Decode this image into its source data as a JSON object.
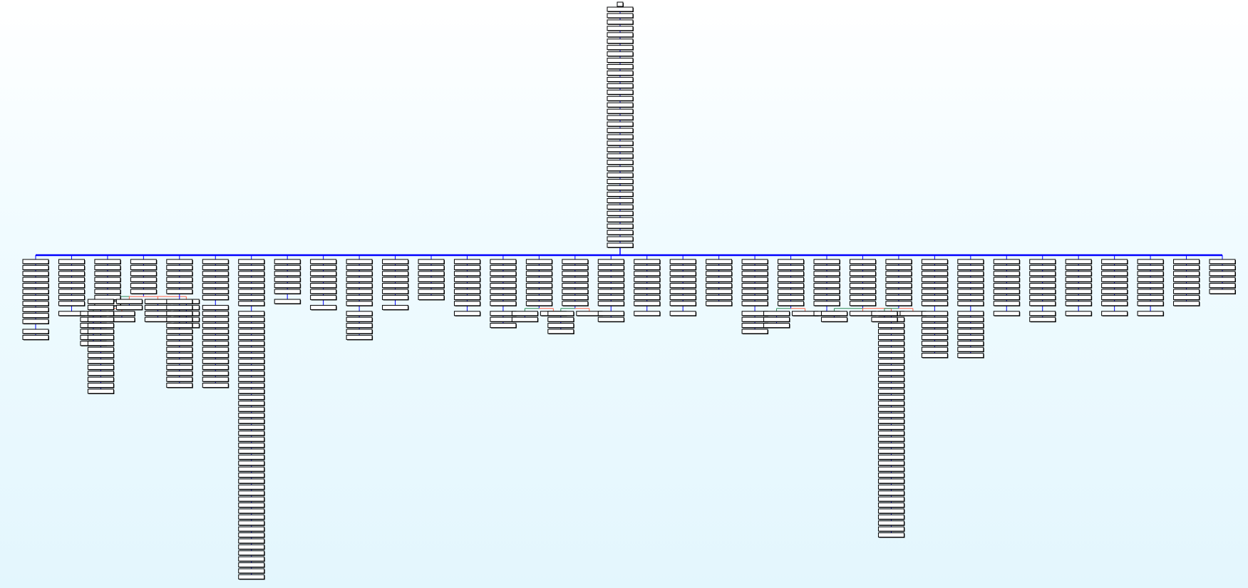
{
  "view": {
    "title": "",
    "background": "#e3f6fd",
    "edge_colors": {
      "sequential": "#0000ff",
      "branch_true": "#2e8b57",
      "branch_false": "#ff6347"
    },
    "node_fill": "#ffffff",
    "node_stroke": "#000000"
  },
  "graph": {
    "type": "control-flow-graph",
    "node_labels_visible": false,
    "root": {
      "blocks": 38
    },
    "columns": [
      {
        "blocks": 11,
        "subtree": [
          {
            "blocks": 2
          }
        ]
      },
      {
        "blocks": 8,
        "subtree": [
          {
            "blocks": 1
          }
        ]
      },
      {
        "blocks": 8,
        "subtree": [
          {
            "blocks": 6
          },
          {
            "blocks": 2
          }
        ]
      },
      {
        "blocks": 6,
        "subtree": [
          {
            "blocks": 16
          },
          {
            "blocks": 2
          },
          {
            "blocks": 4
          },
          {
            "blocks": 5
          }
        ]
      },
      {
        "blocks": 6,
        "subtree": [
          {
            "blocks": 15
          }
        ]
      },
      {
        "blocks": 7,
        "subtree": [
          {
            "blocks": 14
          }
        ]
      },
      {
        "blocks": 8,
        "subtree": [
          {
            "blocks": 45
          }
        ]
      },
      {
        "blocks": 6,
        "subtree": [
          {
            "blocks": 1
          }
        ]
      },
      {
        "blocks": 7,
        "subtree": [
          {
            "blocks": 1
          }
        ]
      },
      {
        "blocks": 8,
        "subtree": [
          {
            "blocks": 5
          }
        ]
      },
      {
        "blocks": 7,
        "subtree": [
          {
            "blocks": 1
          }
        ]
      },
      {
        "blocks": 7,
        "subtree": []
      },
      {
        "blocks": 8,
        "subtree": [
          {
            "blocks": 1
          }
        ]
      },
      {
        "blocks": 8,
        "subtree": [
          {
            "blocks": 3
          }
        ]
      },
      {
        "blocks": 8,
        "subtree": [
          {
            "blocks": 2
          },
          {
            "blocks": 1
          }
        ]
      },
      {
        "blocks": 8,
        "subtree": [
          {
            "blocks": 4
          },
          {
            "blocks": 1
          }
        ]
      },
      {
        "blocks": 8,
        "subtree": [
          {
            "blocks": 2
          }
        ]
      },
      {
        "blocks": 8,
        "subtree": [
          {
            "blocks": 1
          }
        ]
      },
      {
        "blocks": 8,
        "subtree": [
          {
            "blocks": 1
          }
        ]
      },
      {
        "blocks": 8,
        "subtree": []
      },
      {
        "blocks": 8,
        "subtree": [
          {
            "blocks": 4
          }
        ]
      },
      {
        "blocks": 8,
        "subtree": [
          {
            "blocks": 3
          },
          {
            "blocks": 1
          }
        ]
      },
      {
        "blocks": 8,
        "subtree": [
          {
            "blocks": 1
          }
        ]
      },
      {
        "blocks": 8,
        "subtree": [
          {
            "blocks": 2
          },
          {
            "blocks": 1
          },
          {
            "blocks": 38
          }
        ]
      },
      {
        "blocks": 8,
        "subtree": [
          {
            "blocks": 2
          },
          {
            "blocks": 1
          }
        ]
      },
      {
        "blocks": 8,
        "subtree": [
          {
            "blocks": 8
          }
        ]
      },
      {
        "blocks": 8,
        "subtree": [
          {
            "blocks": 8
          }
        ]
      },
      {
        "blocks": 8,
        "subtree": [
          {
            "blocks": 1
          }
        ]
      },
      {
        "blocks": 8,
        "subtree": [
          {
            "blocks": 2
          }
        ]
      },
      {
        "blocks": 8,
        "subtree": [
          {
            "blocks": 1
          }
        ]
      },
      {
        "blocks": 8,
        "subtree": [
          {
            "blocks": 1
          }
        ]
      },
      {
        "blocks": 8,
        "subtree": [
          {
            "blocks": 1
          }
        ]
      },
      {
        "blocks": 8,
        "subtree": []
      },
      {
        "blocks": 6,
        "subtree": []
      }
    ]
  }
}
